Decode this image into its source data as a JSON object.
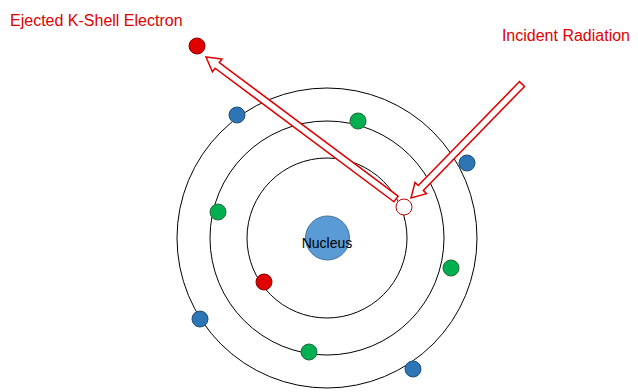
{
  "diagram": {
    "nodes": [
      {
        "text": [
          "Nucleus"
        ]
      }
    ],
    "labels": [
      "Ejected K-Shell Electron",
      "Incident Radiation"
    ]
  }
}
